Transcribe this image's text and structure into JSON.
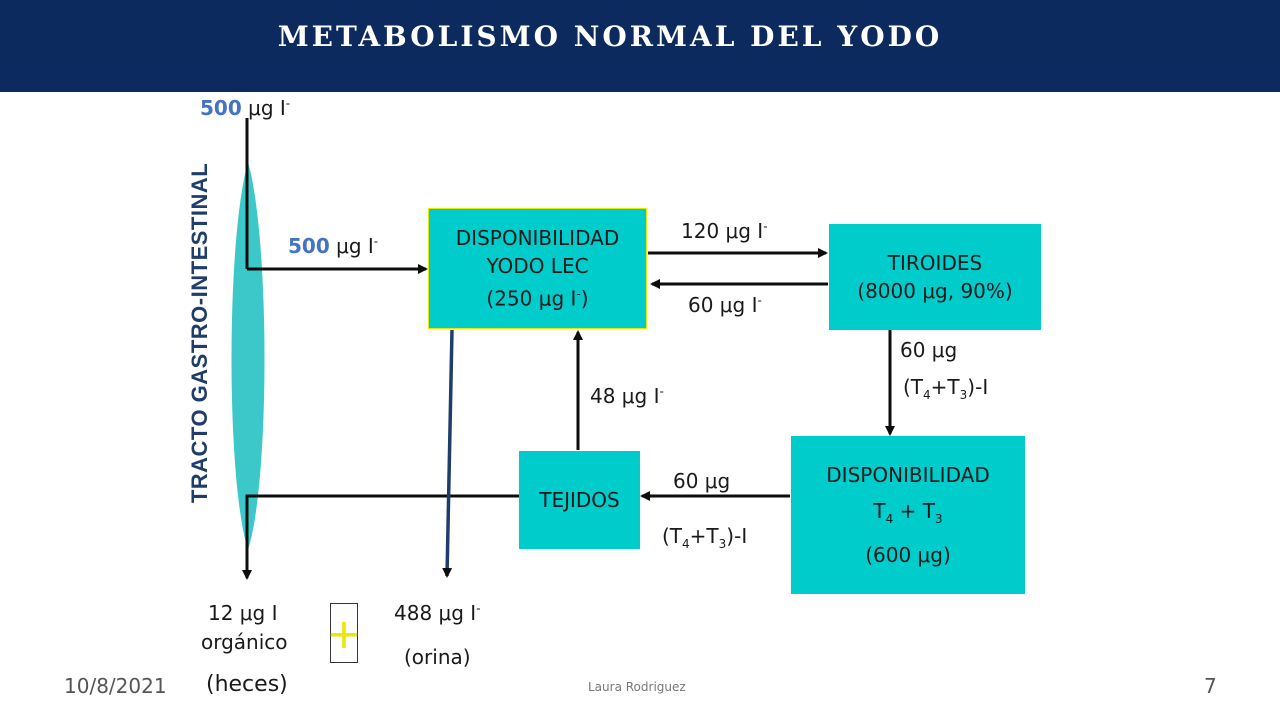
{
  "title": "METABOLISMO NORMAL DEL YODO",
  "gi_tract_label": "TRACTO GASTRO-INTESTINAL",
  "intake_top": {
    "value": "500",
    "unit": " μg I",
    "sup": "-"
  },
  "intake_lec": {
    "value": "500",
    "unit": " μg I",
    "sup": "-"
  },
  "box_lec": {
    "line1": "DISPONIBILIDAD",
    "line2": "YODO LEC",
    "line3_pre": "(250 μg I",
    "line3_sup": "-",
    "line3_post": ")"
  },
  "box_thyroid": {
    "line1": "TIROIDES",
    "line2": "(8000 μg, 90%)"
  },
  "box_tissues": {
    "line1": "TEJIDOS"
  },
  "box_t4t3": {
    "line1": "DISPONIBILIDAD",
    "line2_a": "T",
    "line2_a_sub": "4",
    "line2_mid": " + T",
    "line2_b_sub": "3",
    "line3": "(600 μg)"
  },
  "lec_to_thyroid": {
    "text": "120 μg I",
    "sup": "-"
  },
  "thyroid_to_lec": {
    "text": "60 μg I",
    "sup": "-"
  },
  "thyroid_to_t4t3": {
    "line1": "60 μg",
    "line2_pre": "(T",
    "sub1": "4",
    "mid": "+T",
    "sub2": "3",
    "post": ")-I"
  },
  "t4t3_to_tissues": {
    "line1": "60 μg",
    "line2_pre": "(T",
    "sub1": "4",
    "mid": "+T",
    "sub2": "3",
    "post": ")-I"
  },
  "tissues_to_lec": {
    "text": "48 μg I",
    "sup": "-"
  },
  "feces": {
    "line1": "12 μg I",
    "line2": "orgánico",
    "line3": "(heces)"
  },
  "plus_sign": "+",
  "urine": {
    "line1": "488 μg I",
    "line1_sup": "-",
    "line2": "(orina)"
  },
  "footer": {
    "date": "10/8/2021",
    "author": "Laura Rodriguez",
    "page": "7"
  },
  "colors": {
    "header_bg": "#0d2a5e",
    "box_fill": "#00cccc",
    "highlight_number": "#4472c4",
    "arrow": "#0d0d0d"
  }
}
